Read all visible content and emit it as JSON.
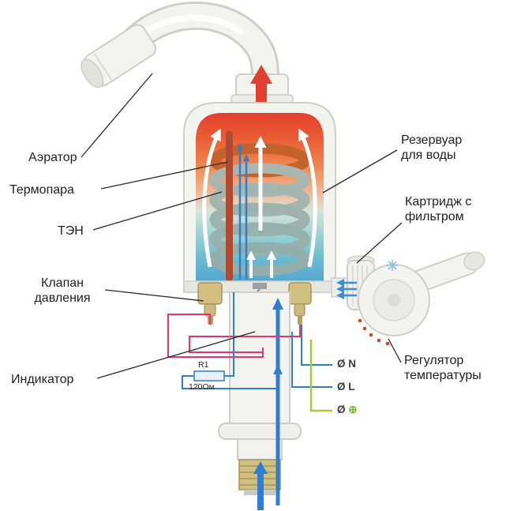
{
  "labels": {
    "aerator": "Аэратор",
    "thermocouple": "Термопара",
    "heater": "ТЭН",
    "pressure_valve": [
      "Клапан",
      "давления"
    ],
    "indicator": "Индикатор",
    "reservoir": [
      "Резервуар",
      "для воды"
    ],
    "cartridge": [
      "Картридж с",
      "фильтром"
    ],
    "regulator": [
      "Регулятор",
      "температуры"
    ]
  },
  "terminals": {
    "neutral": "Ø N",
    "line": "Ø L",
    "ground_prefix": "Ø",
    "ground_symbol": "⊕"
  },
  "resistor": {
    "name": "R1",
    "value": "120Ом"
  },
  "colors": {
    "hot_water": "#e2402e",
    "cold_water": "#2f7fd1",
    "wire_pink": "#e8336d",
    "wire_green": "#a7c93a",
    "brass": "#d2bf82"
  }
}
